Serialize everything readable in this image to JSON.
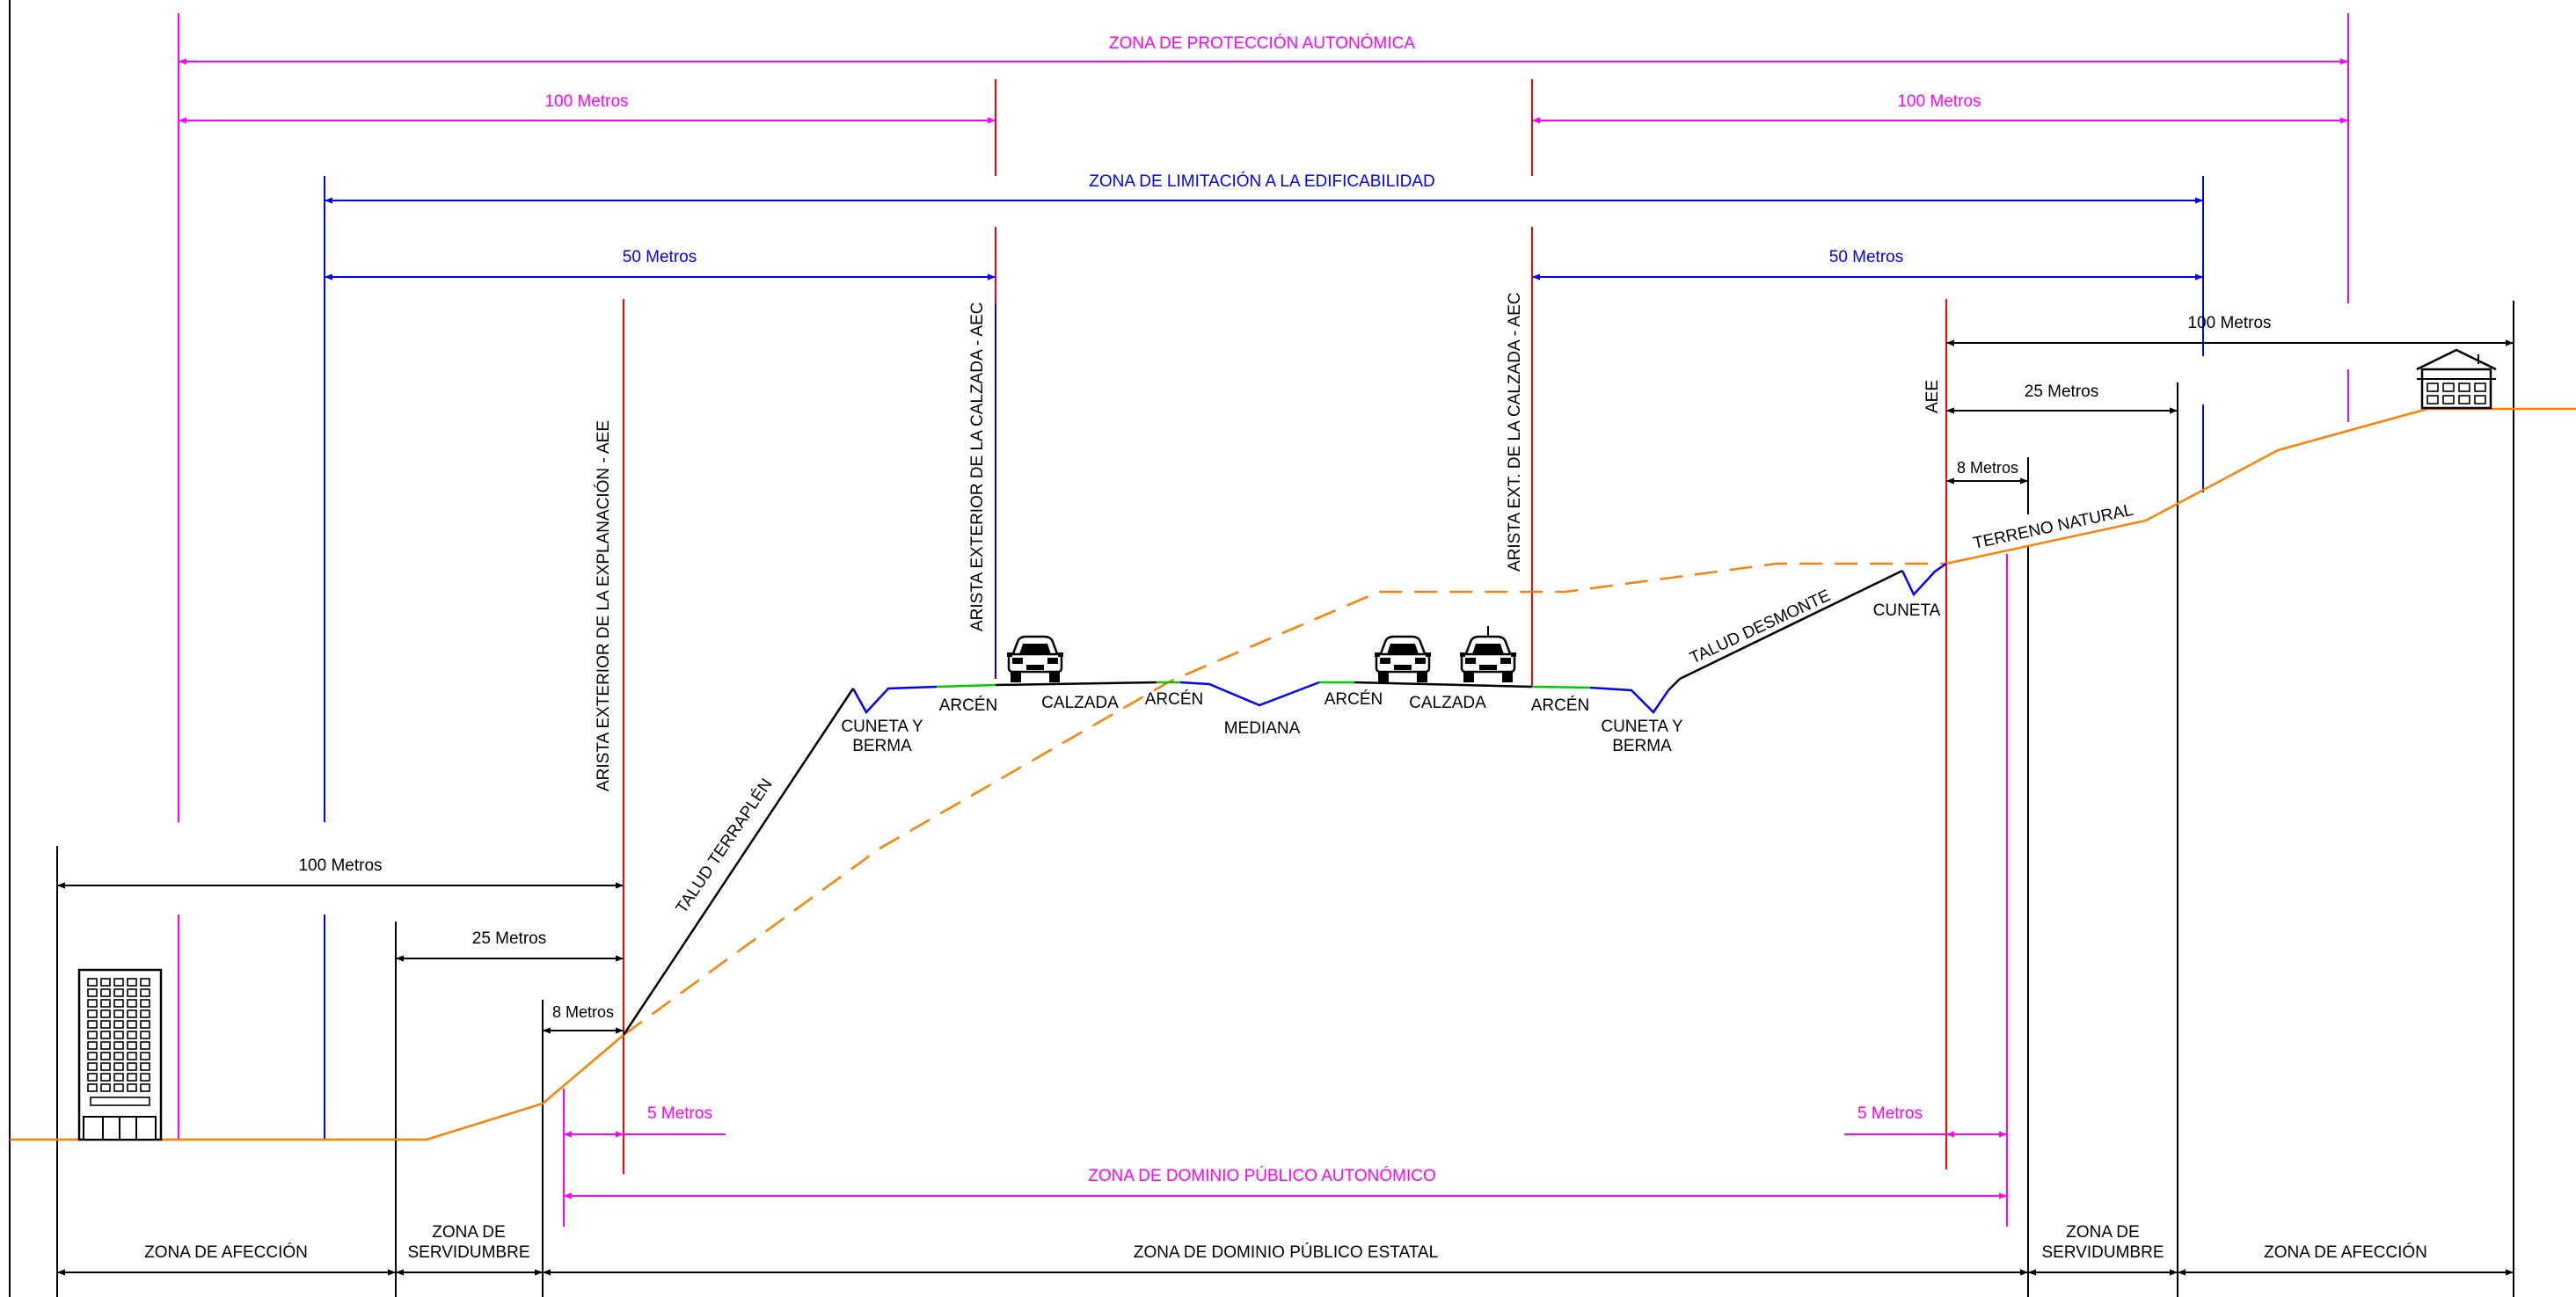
{
  "colors": {
    "magenta": "#ff00ff",
    "blue": "#0000ff",
    "red": "#ff0000",
    "orange": "#ff8000",
    "green": "#00cc00",
    "black": "#000000"
  },
  "labels": {
    "zona_proteccion": "ZONA DE PROTECCIÓN AUTONÓMICA",
    "m100_left_mag": "100 Metros",
    "m100_right_mag": "100 Metros",
    "zona_limitacion": "ZONA DE LIMITACIÓN A LA EDIFICABILIDAD",
    "m50_left": "50 Metros",
    "m50_right": "50 Metros",
    "m100_right_black": "100 Metros",
    "m25_right": "25 Metros",
    "m8_right": "8 Metros",
    "m100_left_black": "100 Metros",
    "m25_left": "25 Metros",
    "m8_left": "8 Metros",
    "m5_left": "5 Metros",
    "m5_right": "5 Metros",
    "zona_dominio_autonomico": "ZONA DE DOMINIO PÚBLICO AUTONÓMICO",
    "aee_vertical": "ARISTA EXTERIOR DE LA EXPLANACIÓN - AEE",
    "aec_left_vertical": "ARISTA EXTERIOR DE LA CALZADA - AEC",
    "aec_right_vertical": "ARISTA EXT. DE LA CALZADA - AEC",
    "aee_short": "AEE",
    "talud_terraplen": "TALUD TERRAPLÉN",
    "talud_desmonte": "TALUD DESMONTE",
    "terreno_natural": "TERRENO NATURAL",
    "cuneta": "CUNETA",
    "cuneta_berma_left": [
      "CUNETA Y",
      "BERMA"
    ],
    "cuneta_berma_right": [
      "CUNETA Y",
      "BERMA"
    ],
    "arcen_1": "ARCÉN",
    "calzada_1": "CALZADA",
    "arcen_2": "ARCÉN",
    "mediana": "MEDIANA",
    "arcen_3": "ARCÉN",
    "calzada_2": "CALZADA",
    "arcen_4": "ARCÉN",
    "zona_afeccion_left": "ZONA DE AFECCIÓN",
    "zona_servidumbre_left": [
      "ZONA DE",
      "SERVIDUMBRE"
    ],
    "zona_dominio_estatal": "ZONA DE DOMINIO PÚBLICO ESTATAL",
    "zona_servidumbre_right": [
      "ZONA DE",
      "SERVIDUMBRE"
    ],
    "zona_afeccion_right": "ZONA DE AFECCIÓN"
  },
  "icons": {
    "building": "building-icon",
    "house": "house-icon",
    "car": "car-icon"
  }
}
